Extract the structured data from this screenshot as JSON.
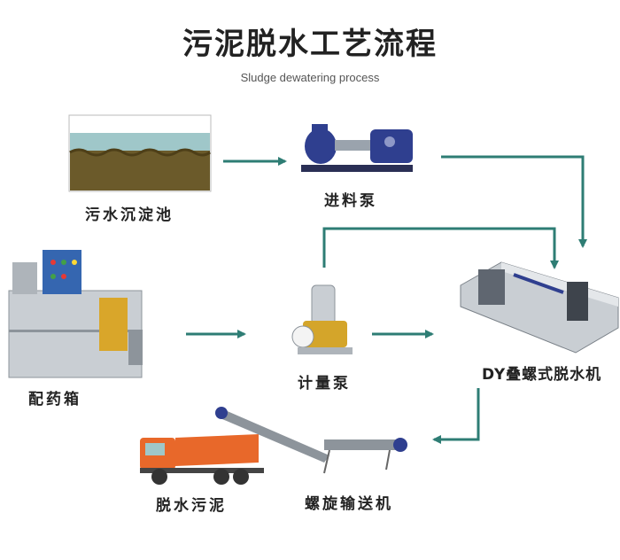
{
  "header": {
    "title": "污泥脱水工艺流程",
    "subtitle": "Sludge dewatering process"
  },
  "nodes": {
    "sedimentation_tank": "污水沉淀池",
    "feed_pump": "进料泵",
    "dosing_box": "配药箱",
    "metering_pump": "计量泵",
    "screw_press": "DY叠螺式脱水机",
    "dewatered_sludge": "脱水污泥",
    "screw_conveyor": "螺旋输送机"
  },
  "colors": {
    "arrow": "#2e7d74",
    "sludge": "#6b5a2a",
    "water": "#9fc7c9",
    "steel": "#c9ced3",
    "pump_blue": "#2f3f8f",
    "truck_orange": "#e8682a"
  }
}
